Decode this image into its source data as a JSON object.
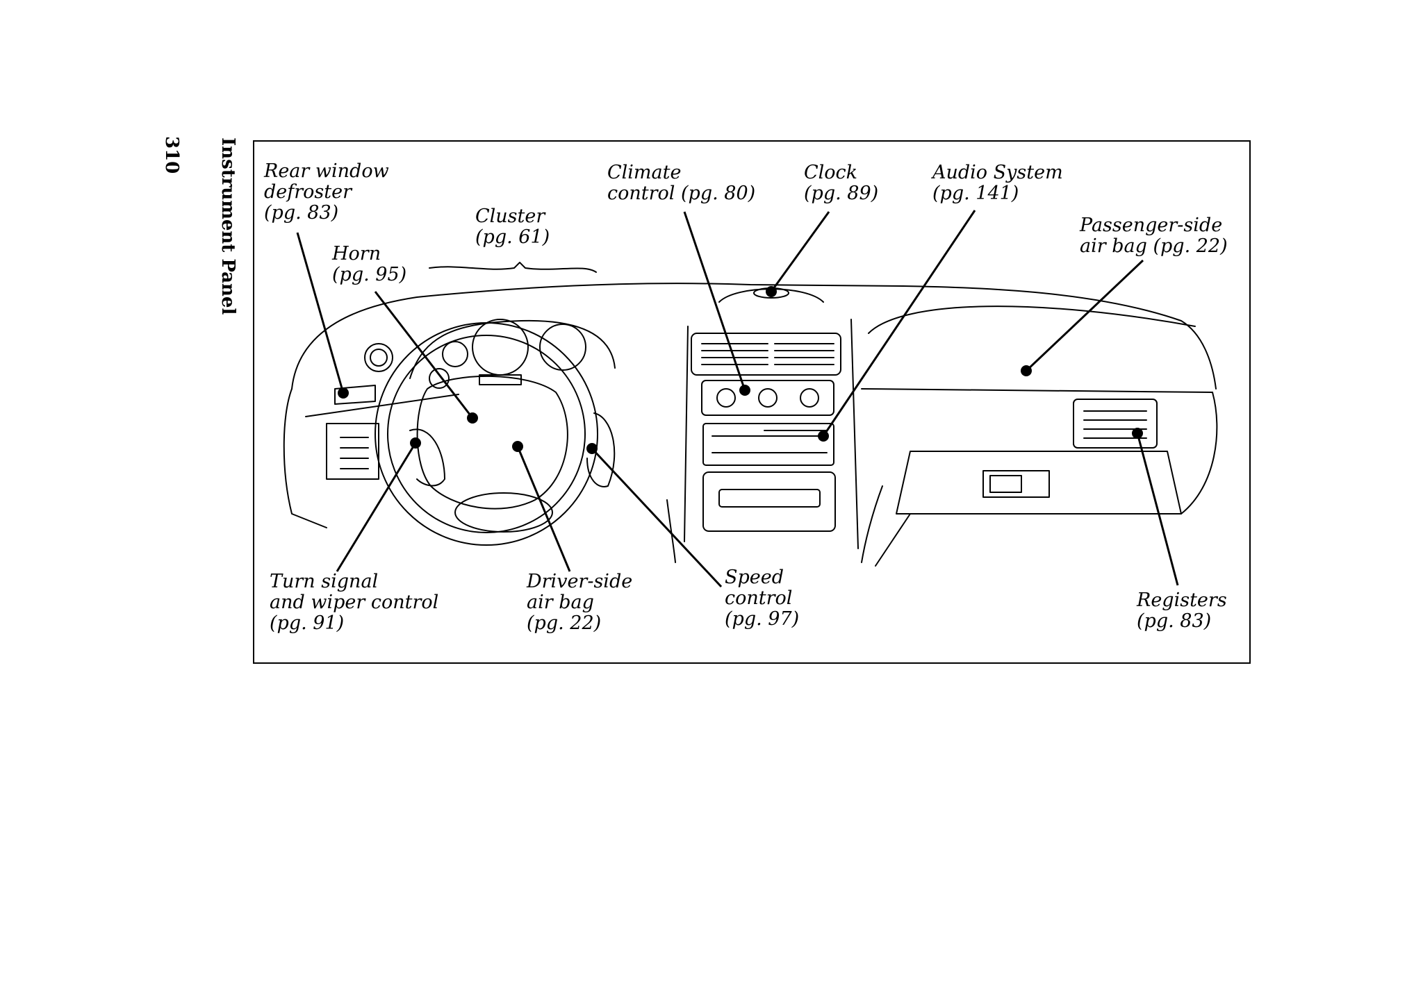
{
  "page": {
    "number": "310",
    "section_title": "Instrument Panel"
  },
  "callouts": [
    {
      "id": "rear-window-defroster",
      "lines": [
        "Rear window",
        "defroster",
        "(pg. 83)"
      ]
    },
    {
      "id": "horn",
      "lines": [
        "Horn",
        "(pg. 95)"
      ]
    },
    {
      "id": "cluster",
      "lines": [
        "Cluster",
        "(pg. 61)"
      ]
    },
    {
      "id": "climate-control",
      "lines": [
        "Climate",
        "control (pg. 80)"
      ]
    },
    {
      "id": "clock",
      "lines": [
        "Clock",
        "(pg. 89)"
      ]
    },
    {
      "id": "audio-system",
      "lines": [
        "Audio System",
        "(pg. 141)"
      ]
    },
    {
      "id": "passenger-side-air-bag",
      "lines": [
        "Passenger-side",
        "air bag (pg. 22)"
      ]
    },
    {
      "id": "turn-signal-wiper",
      "lines": [
        "Turn signal",
        "and wiper control",
        "(pg. 91)"
      ]
    },
    {
      "id": "driver-side-air-bag",
      "lines": [
        "Driver-side",
        "air bag",
        "(pg. 22)"
      ]
    },
    {
      "id": "speed-control",
      "lines": [
        "Speed",
        "control",
        "(pg. 97)"
      ]
    },
    {
      "id": "registers",
      "lines": [
        "Registers",
        "(pg. 83)"
      ]
    }
  ]
}
